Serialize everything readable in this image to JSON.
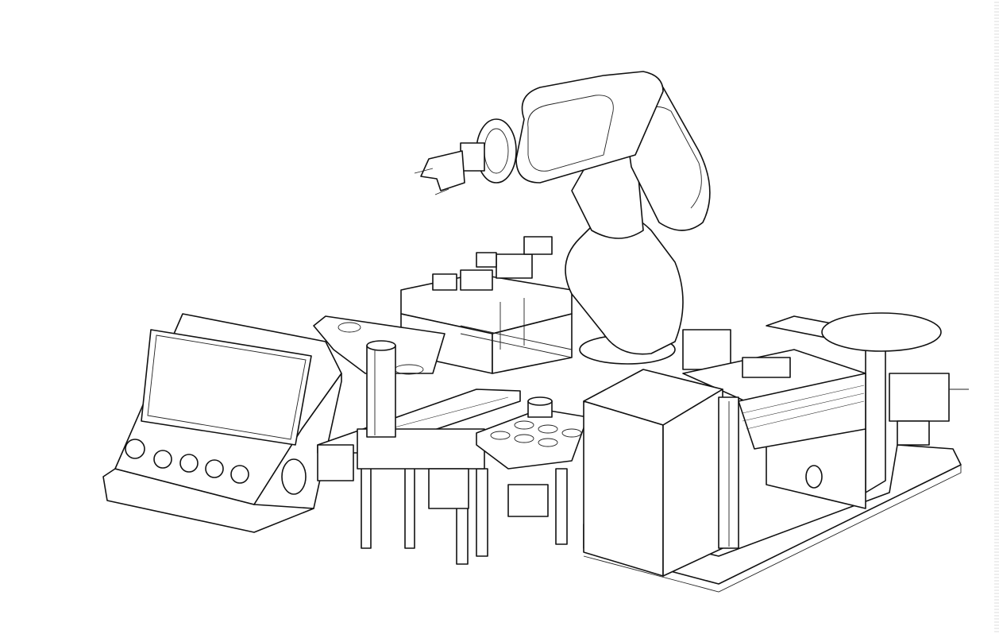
{
  "drawing": {
    "style": "isometric line drawing",
    "line_color": "#111111",
    "background_color": "#ffffff",
    "components": [
      "hmi-panel",
      "six-axis-robot-arm",
      "gripper",
      "rear-fixture-station",
      "left-conveyor",
      "vertical-cylinder",
      "parts-tray",
      "electrical-cabinet",
      "linear-module",
      "turntable",
      "stepper-motor",
      "base-plate"
    ]
  }
}
